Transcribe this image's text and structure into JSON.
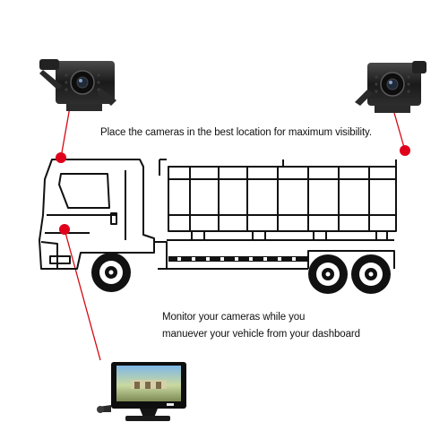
{
  "captions": {
    "placement": "Place the cameras in the best location for maximum visibility.",
    "monitor_line1": "Monitor your cameras while you",
    "monitor_line2": "manuever your vehicle from your dashboard"
  },
  "colors": {
    "marker": "#e0001b",
    "connector": "#d40a14",
    "outline": "#111111",
    "camera_body": "#1c1c1c"
  },
  "icons": {
    "left_camera": "backup-camera-icon",
    "right_camera": "backup-camera-icon",
    "monitor": "dashboard-monitor-icon",
    "truck": "dump-truck-outline"
  }
}
